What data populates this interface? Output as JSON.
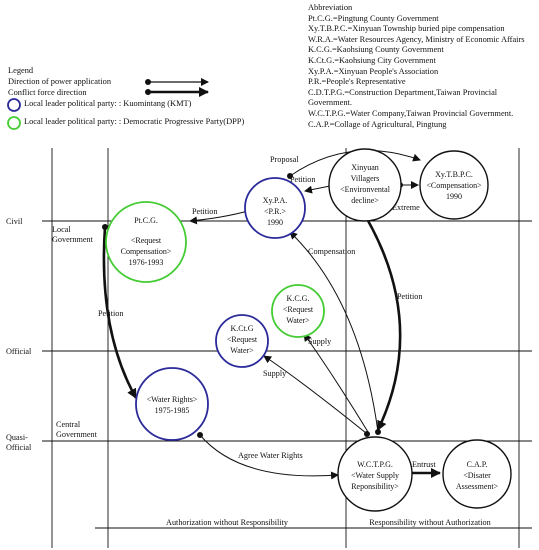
{
  "abbreviation": {
    "title": "Abbreviation",
    "items": [
      "Pt.C.G.=Pingtung County Government",
      "Xy.T.B.P.C.=Xinyuan Township buried pipe compensation",
      "W.R.A.=Water Resources Agency, Ministry of Economic Affairs",
      "K.C.G.=Kaohsiung County Government",
      "K.Ct.G.=Kaohsiung City Government",
      "Xy.P.A.=Xinyuan People's Association",
      "P.R.=People's Representative",
      "C.D.T.P.G.=Construction Department,Taiwan Provincial Government.",
      "W.C.T.P.G.=Water Company,Taiwan Provincial Government.",
      "C.A.P.=Collage of Agricultural, Pingtung"
    ]
  },
  "legend": {
    "title": "Legend",
    "power": "Direction of power application",
    "conflict": "Conflict force direction",
    "kmt": "Local leader political party: : Kuomintang (KMT)",
    "dpp": "Local leader political party: : Democratic Progressive Party(DPP)",
    "kmt_color": "#2a2a9a",
    "dpp_color": "#44cc33"
  },
  "levels": {
    "civil": "Civil",
    "local_gov_1": "Local",
    "local_gov_2": "Government",
    "official": "Official",
    "quasi_1": "Quasi-",
    "quasi_2": "Official",
    "central_1": "Central",
    "central_2": "Government"
  },
  "bottom": {
    "left": "Authorization without Responsibility",
    "right": "Responsibility without Authorization"
  },
  "nodes": {
    "xinyuan": [
      "Xinyuan",
      "Villagers",
      "<Environvental",
      "decline>"
    ],
    "xytbpc": [
      "Xy.T.B.P.C.",
      "<Compensation>",
      "1990"
    ],
    "xypa": [
      "Xy.P.A.",
      "<P.R.>",
      "1990"
    ],
    "ptcg": [
      "Pt.C.G.",
      "<Request",
      "Compensation>",
      "1976-1993"
    ],
    "kcg": [
      "K.C.G.",
      "<Request",
      "Water>"
    ],
    "kctg": [
      "K.Ct.G",
      "<Request",
      "Water>"
    ],
    "water_rights": [
      "<Water Rights>",
      "1975-1985"
    ],
    "wctpg": [
      "W.C.T.P.G.",
      "<Water Supply",
      "Reponsibility>"
    ],
    "cap": [
      "C.A.P.",
      "<Disater",
      "Assessment>"
    ]
  },
  "edges": {
    "proposal": "Proposal",
    "petition_a": "Petition",
    "petition_b": "Petition",
    "petition_c": "Petition",
    "petition_d": "Petition",
    "extreme": "Extreme",
    "compensation": "Compensation",
    "supply_a": "Supply",
    "supply_b": "Supply",
    "agree": "Agree Water Rights",
    "entrust": "Entrust"
  }
}
